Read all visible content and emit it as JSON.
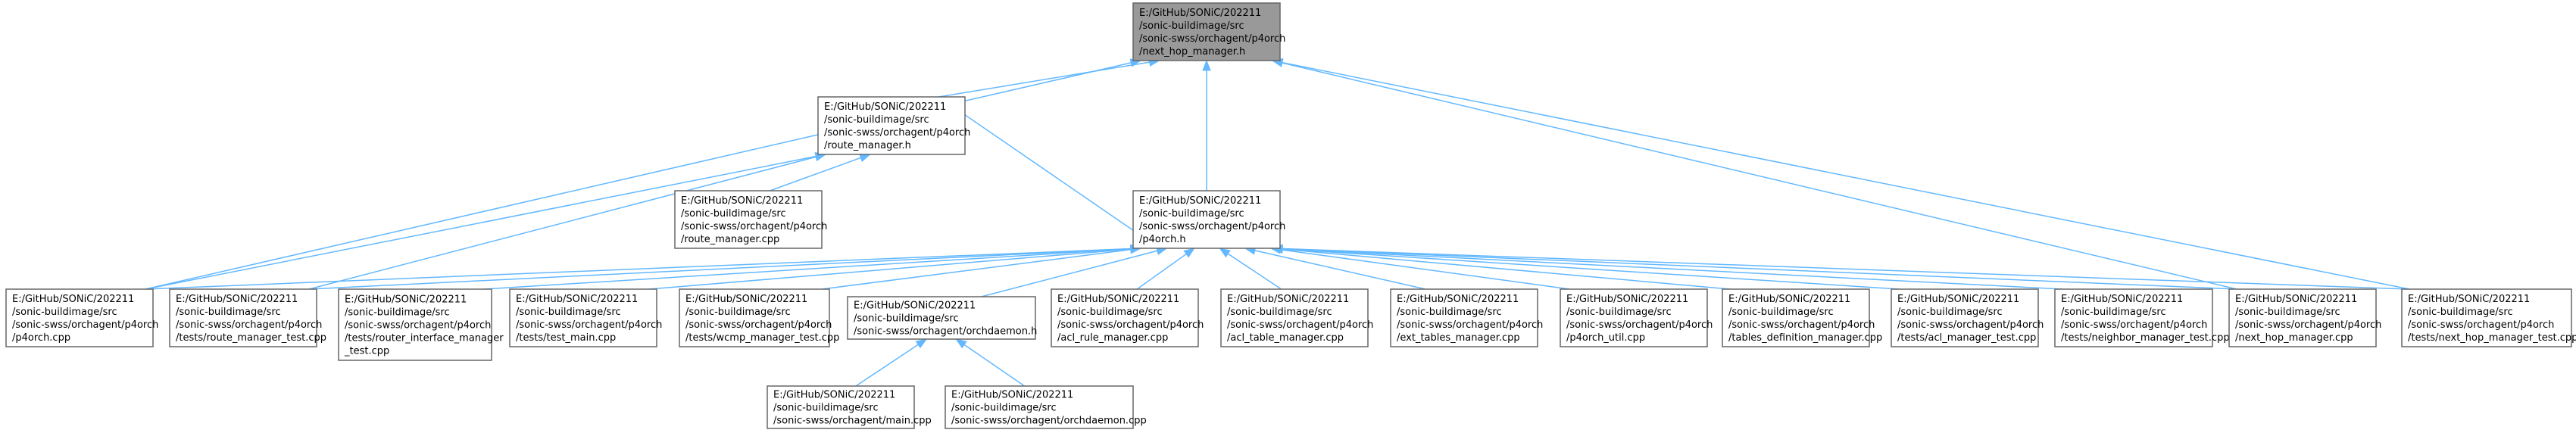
{
  "colors": {
    "highlight_fill": "#999999",
    "node_fill": "#ffffff",
    "node_border": "#666666",
    "edge": "#63b8ff"
  },
  "nodes": {
    "next_hop_manager_h": [
      "E:/GitHub/SONiC/202211",
      "/sonic-buildimage/src",
      "/sonic-swss/orchagent/p4orch",
      "/next_hop_manager.h"
    ],
    "route_manager_h": [
      "E:/GitHub/SONiC/202211",
      "/sonic-buildimage/src",
      "/sonic-swss/orchagent/p4orch",
      "/route_manager.h"
    ],
    "route_manager_cpp": [
      "E:/GitHub/SONiC/202211",
      "/sonic-buildimage/src",
      "/sonic-swss/orchagent/p4orch",
      "/route_manager.cpp"
    ],
    "p4orch_h": [
      "E:/GitHub/SONiC/202211",
      "/sonic-buildimage/src",
      "/sonic-swss/orchagent/p4orch",
      "/p4orch.h"
    ],
    "p4orch_cpp": [
      "E:/GitHub/SONiC/202211",
      "/sonic-buildimage/src",
      "/sonic-swss/orchagent/p4orch",
      "/p4orch.cpp"
    ],
    "route_manager_test": [
      "E:/GitHub/SONiC/202211",
      "/sonic-buildimage/src",
      "/sonic-swss/orchagent/p4orch",
      "/tests/route_manager_test.cpp"
    ],
    "router_interface_manager_test": [
      "E:/GitHub/SONiC/202211",
      "/sonic-buildimage/src",
      "/sonic-swss/orchagent/p4orch",
      "/tests/router_interface_manager",
      "_test.cpp"
    ],
    "test_main": [
      "E:/GitHub/SONiC/202211",
      "/sonic-buildimage/src",
      "/sonic-swss/orchagent/p4orch",
      "/tests/test_main.cpp"
    ],
    "wcmp_manager_test": [
      "E:/GitHub/SONiC/202211",
      "/sonic-buildimage/src",
      "/sonic-swss/orchagent/p4orch",
      "/tests/wcmp_manager_test.cpp"
    ],
    "orchdaemon_h": [
      "E:/GitHub/SONiC/202211",
      "/sonic-buildimage/src",
      "/sonic-swss/orchagent/orchdaemon.h"
    ],
    "acl_rule_manager": [
      "E:/GitHub/SONiC/202211",
      "/sonic-buildimage/src",
      "/sonic-swss/orchagent/p4orch",
      "/acl_rule_manager.cpp"
    ],
    "acl_table_manager": [
      "E:/GitHub/SONiC/202211",
      "/sonic-buildimage/src",
      "/sonic-swss/orchagent/p4orch",
      "/acl_table_manager.cpp"
    ],
    "ext_tables_manager": [
      "E:/GitHub/SONiC/202211",
      "/sonic-buildimage/src",
      "/sonic-swss/orchagent/p4orch",
      "/ext_tables_manager.cpp"
    ],
    "p4orch_util": [
      "E:/GitHub/SONiC/202211",
      "/sonic-buildimage/src",
      "/sonic-swss/orchagent/p4orch",
      "/p4orch_util.cpp"
    ],
    "tables_definition_manager": [
      "E:/GitHub/SONiC/202211",
      "/sonic-buildimage/src",
      "/sonic-swss/orchagent/p4orch",
      "/tables_definition_manager.cpp"
    ],
    "acl_manager_test": [
      "E:/GitHub/SONiC/202211",
      "/sonic-buildimage/src",
      "/sonic-swss/orchagent/p4orch",
      "/tests/acl_manager_test.cpp"
    ],
    "neighbor_manager_test": [
      "E:/GitHub/SONiC/202211",
      "/sonic-buildimage/src",
      "/sonic-swss/orchagent/p4orch",
      "/tests/neighbor_manager_test.cpp"
    ],
    "next_hop_manager_cpp": [
      "E:/GitHub/SONiC/202211",
      "/sonic-buildimage/src",
      "/sonic-swss/orchagent/p4orch",
      "/next_hop_manager.cpp"
    ],
    "next_hop_manager_test": [
      "E:/GitHub/SONiC/202211",
      "/sonic-buildimage/src",
      "/sonic-swss/orchagent/p4orch",
      "/tests/next_hop_manager_test.cpp"
    ],
    "main_cpp": [
      "E:/GitHub/SONiC/202211",
      "/sonic-buildimage/src",
      "/sonic-swss/orchagent/main.cpp"
    ],
    "orchdaemon_cpp": [
      "E:/GitHub/SONiC/202211",
      "/sonic-buildimage/src",
      "/sonic-swss/orchagent/orchdaemon.cpp"
    ]
  },
  "edges": [
    [
      "route_manager_h",
      "next_hop_manager_h"
    ],
    [
      "p4orch_h",
      "next_hop_manager_h"
    ],
    [
      "p4orch_cpp",
      "next_hop_manager_h"
    ],
    [
      "next_hop_manager_cpp",
      "next_hop_manager_h"
    ],
    [
      "next_hop_manager_test",
      "next_hop_manager_h"
    ],
    [
      "route_manager_h",
      "p4orch_h"
    ],
    [
      "route_manager_cpp",
      "route_manager_h"
    ],
    [
      "p4orch_cpp",
      "route_manager_h"
    ],
    [
      "route_manager_test",
      "route_manager_h"
    ],
    [
      "p4orch_cpp",
      "p4orch_h"
    ],
    [
      "route_manager_test",
      "p4orch_h"
    ],
    [
      "router_interface_manager_test",
      "p4orch_h"
    ],
    [
      "test_main",
      "p4orch_h"
    ],
    [
      "wcmp_manager_test",
      "p4orch_h"
    ],
    [
      "orchdaemon_h",
      "p4orch_h"
    ],
    [
      "acl_rule_manager",
      "p4orch_h"
    ],
    [
      "acl_table_manager",
      "p4orch_h"
    ],
    [
      "ext_tables_manager",
      "p4orch_h"
    ],
    [
      "p4orch_util",
      "p4orch_h"
    ],
    [
      "tables_definition_manager",
      "p4orch_h"
    ],
    [
      "acl_manager_test",
      "p4orch_h"
    ],
    [
      "neighbor_manager_test",
      "p4orch_h"
    ],
    [
      "next_hop_manager_cpp",
      "p4orch_h"
    ],
    [
      "next_hop_manager_test",
      "p4orch_h"
    ],
    [
      "main_cpp",
      "orchdaemon_h"
    ],
    [
      "orchdaemon_cpp",
      "orchdaemon_h"
    ]
  ]
}
